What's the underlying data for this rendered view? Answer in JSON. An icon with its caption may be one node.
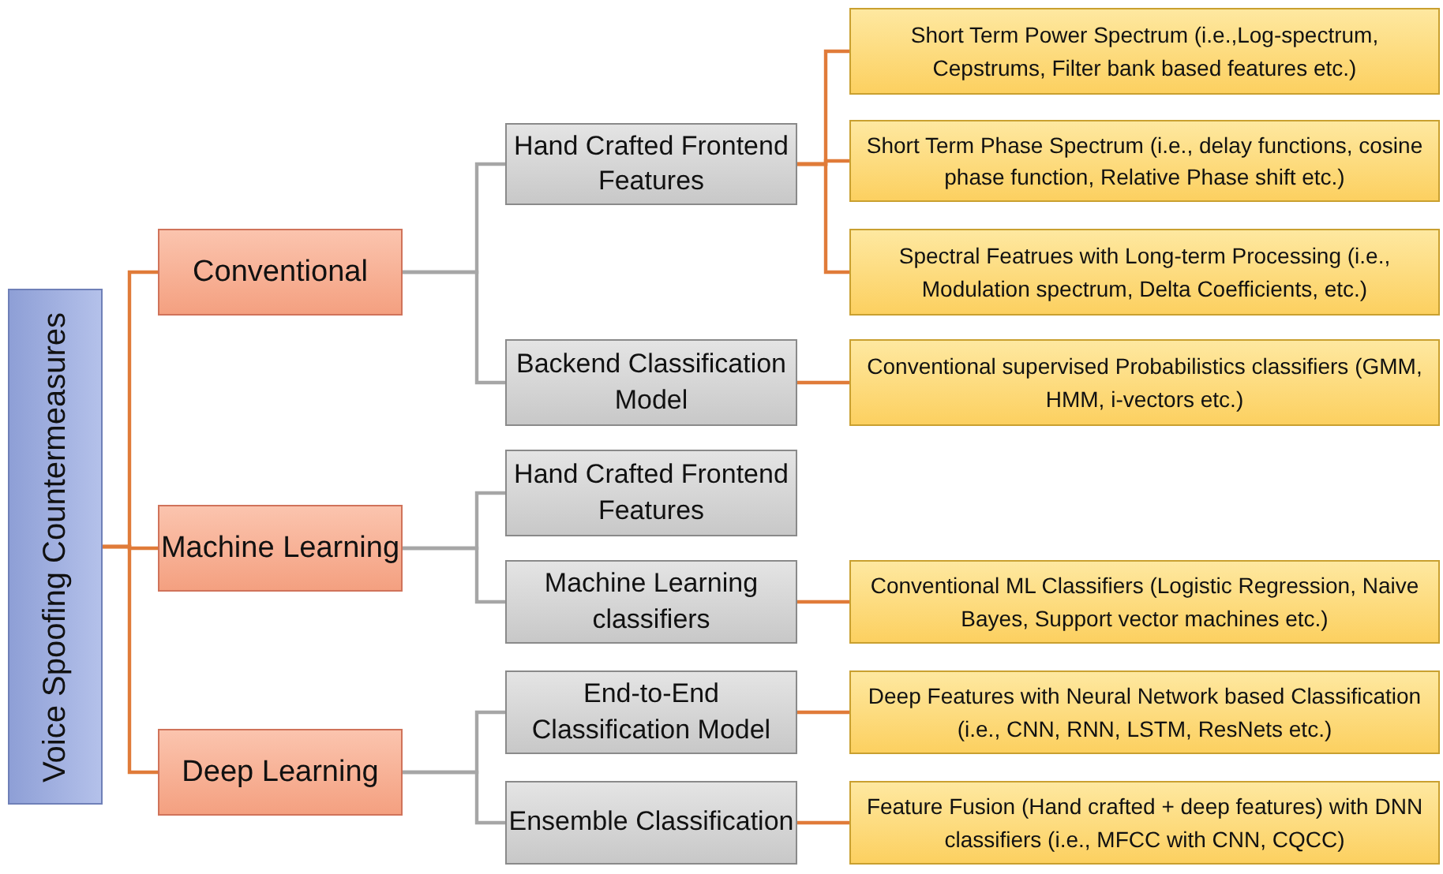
{
  "diagram": {
    "nodes": [
      {
        "text": [
          "Voice Spoofing Countermeasures"
        ]
      },
      {
        "text": [
          "Conventional"
        ]
      },
      {
        "text": [
          "Hand Crafted Frontend Features"
        ]
      },
      {
        "text": [
          "Short Term Power Spectrum (i.e.,Log-spectrum, Cepstrums, Filter bank based features etc.)"
        ]
      },
      {
        "text": [
          "Short Term Phase Spectrum (i.e., delay functions, cosine phase function, Relative Phase shift etc.)"
        ]
      },
      {
        "text": [
          "Spectral Featrues with Long-term Processing (i.e., Modulation spectrum, Delta Coefficients, etc.)"
        ]
      },
      {
        "text": [
          "Backend Classification Model"
        ]
      },
      {
        "text": [
          "Conventional supervised Probabilistics classifiers (GMM, HMM, i-vectors etc.)"
        ]
      },
      {
        "text": [
          "Machine Learning"
        ]
      },
      {
        "text": [
          "Hand Crafted Frontend Features"
        ]
      },
      {
        "text": [
          "Machine Learning classifiers"
        ]
      },
      {
        "text": [
          "Conventional ML Classifiers (Logistic Regression, Naive Bayes, Support vector machines etc.)"
        ]
      },
      {
        "text": [
          "Deep Learning"
        ]
      },
      {
        "text": [
          "End-to-End Classification Model"
        ]
      },
      {
        "text": [
          "Deep Features with Neural Network based Classification (i.e., CNN, RNN, LSTM, ResNets etc.)"
        ]
      },
      {
        "text": [
          "Ensemble Classification"
        ]
      },
      {
        "text": [
          "Feature Fusion (Hand crafted + deep features) with DNN classifiers (i.e., MFCC with CNN, CQCC)"
        ]
      }
    ],
    "edges": [
      {
        "from": 0,
        "to": 1,
        "arrow": "none"
      },
      {
        "from": 0,
        "to": 8,
        "arrow": "none"
      },
      {
        "from": 0,
        "to": 12,
        "arrow": "none"
      },
      {
        "from": 1,
        "to": 2,
        "arrow": "none",
        "color": "#a6a6a6"
      },
      {
        "from": 1,
        "to": 6,
        "arrow": "none",
        "color": "#a6a6a6"
      },
      {
        "from": 2,
        "to": 3,
        "arrow": "none"
      },
      {
        "from": 2,
        "to": 4,
        "arrow": "none"
      },
      {
        "from": 2,
        "to": 5,
        "arrow": "none"
      },
      {
        "from": 6,
        "to": 7,
        "arrow": "none"
      },
      {
        "from": 8,
        "to": 9,
        "arrow": "none",
        "color": "#a6a6a6"
      },
      {
        "from": 8,
        "to": 10,
        "arrow": "none",
        "color": "#a6a6a6"
      },
      {
        "from": 10,
        "to": 11,
        "arrow": "none"
      },
      {
        "from": 12,
        "to": 13,
        "arrow": "none",
        "color": "#a6a6a6"
      },
      {
        "from": 12,
        "to": 15,
        "arrow": "none",
        "color": "#a6a6a6"
      },
      {
        "from": 13,
        "to": 14,
        "arrow": "none"
      },
      {
        "from": 15,
        "to": 16,
        "arrow": "none"
      }
    ]
  }
}
